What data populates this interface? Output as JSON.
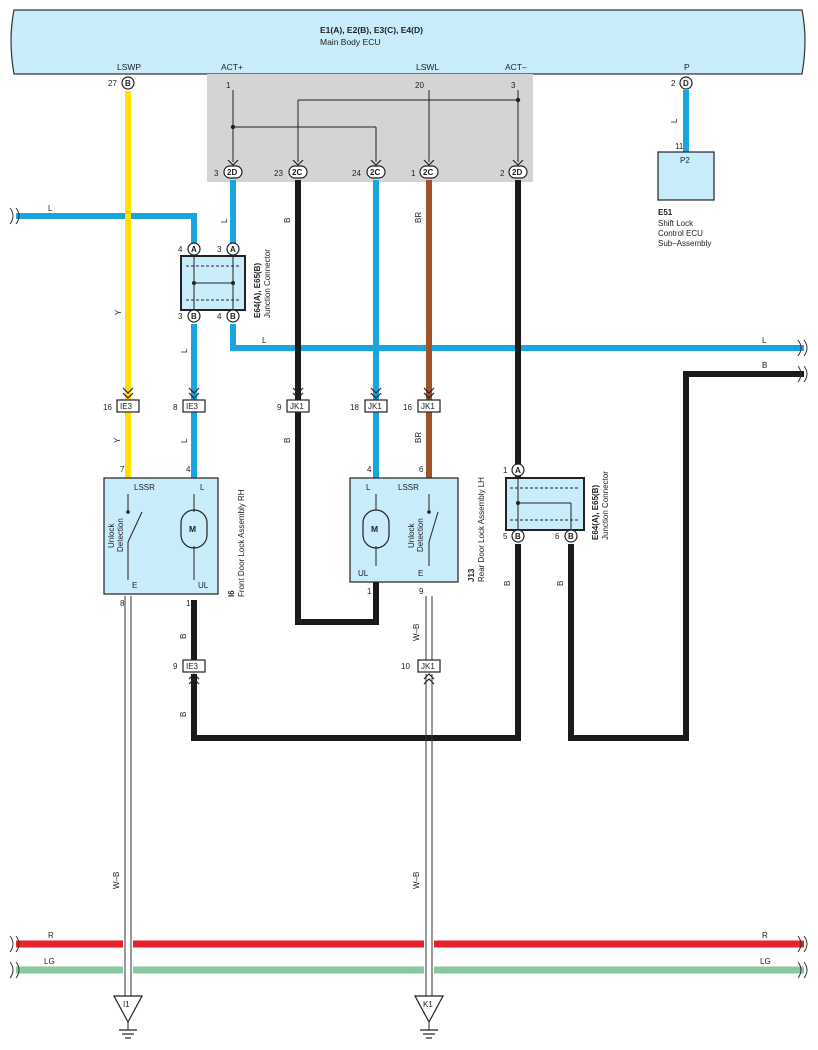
{
  "ecu": {
    "title": "E1(A), E2(B), E3(C), E4(D)",
    "subtitle": "Main Body ECU"
  },
  "ecu_terminals": {
    "lswp": "LSWP",
    "act_plus": "ACT+",
    "lswl": "LSWL",
    "act_minus": "ACT–",
    "p": "P"
  },
  "ecu_pins": {
    "lswp_num": "27",
    "lswp_conn": "B",
    "act_plus_num": "1",
    "lswl_num": "20",
    "act_minus_num": "3",
    "p_num": "2",
    "p_conn": "D"
  },
  "bus_pins": [
    {
      "num": "3",
      "conn": "2D"
    },
    {
      "num": "23",
      "conn": "2C"
    },
    {
      "num": "24",
      "conn": "2C"
    },
    {
      "num": "1",
      "conn": "2C"
    },
    {
      "num": "2",
      "conn": "2D"
    }
  ],
  "wire_colors": {
    "L": "L",
    "Y": "Y",
    "B": "B",
    "BR": "BR",
    "WB": "W–B",
    "R": "R",
    "LG": "LG"
  },
  "shift_lock": {
    "pin_num": "11",
    "pin_name": "P2",
    "code": "E51",
    "line1": "Shift Lock",
    "line2": "Control ECU",
    "line3": "Sub–Assembly"
  },
  "jc1": {
    "code": "E64(A), E65(B)",
    "name": "Junction Connector",
    "pins": [
      "4",
      "A",
      "3",
      "A",
      "3",
      "B",
      "4",
      "B"
    ]
  },
  "jc2": {
    "code": "E64(A), E65(B)",
    "name": "Junction Connector",
    "pins": [
      "1",
      "A",
      "5",
      "B",
      "6",
      "B"
    ]
  },
  "inline": [
    {
      "num": "16",
      "name": "IE3"
    },
    {
      "num": "8",
      "name": "IE3"
    },
    {
      "num": "9",
      "name": "JK1"
    },
    {
      "num": "18",
      "name": "JK1"
    },
    {
      "num": "16",
      "name": "JK1"
    },
    {
      "num": "9",
      "name": "IE3"
    },
    {
      "num": "10",
      "name": "JK1"
    }
  ],
  "front_lock": {
    "code": "I6",
    "name": "Front Door Lock Assembly RH",
    "pins": [
      "7",
      "4",
      "8",
      "1"
    ],
    "labels": [
      "LSSR",
      "L",
      "E",
      "UL"
    ],
    "switch_label_1": "Unlock",
    "switch_label_2": "Detection",
    "motor": "M"
  },
  "rear_lock": {
    "code": "J13",
    "name": "Rear Door Lock Assembly LH",
    "pins": [
      "4",
      "6",
      "1",
      "9"
    ],
    "labels": [
      "L",
      "LSSR",
      "UL",
      "E"
    ],
    "switch_label_1": "Unlock",
    "switch_label_2": "Detection",
    "motor": "M"
  },
  "grounds": [
    "I1",
    "K1"
  ],
  "colors": {
    "blue": "#1aa5e0",
    "yellow": "#ffe000",
    "black": "#1a1a1a",
    "brown": "#a0522d",
    "red": "#e8222a",
    "green": "#86c9a0",
    "ecu_fill": "#c9ecfb",
    "box_fill": "#c9ecfb",
    "gray": "#d4d4d4"
  }
}
